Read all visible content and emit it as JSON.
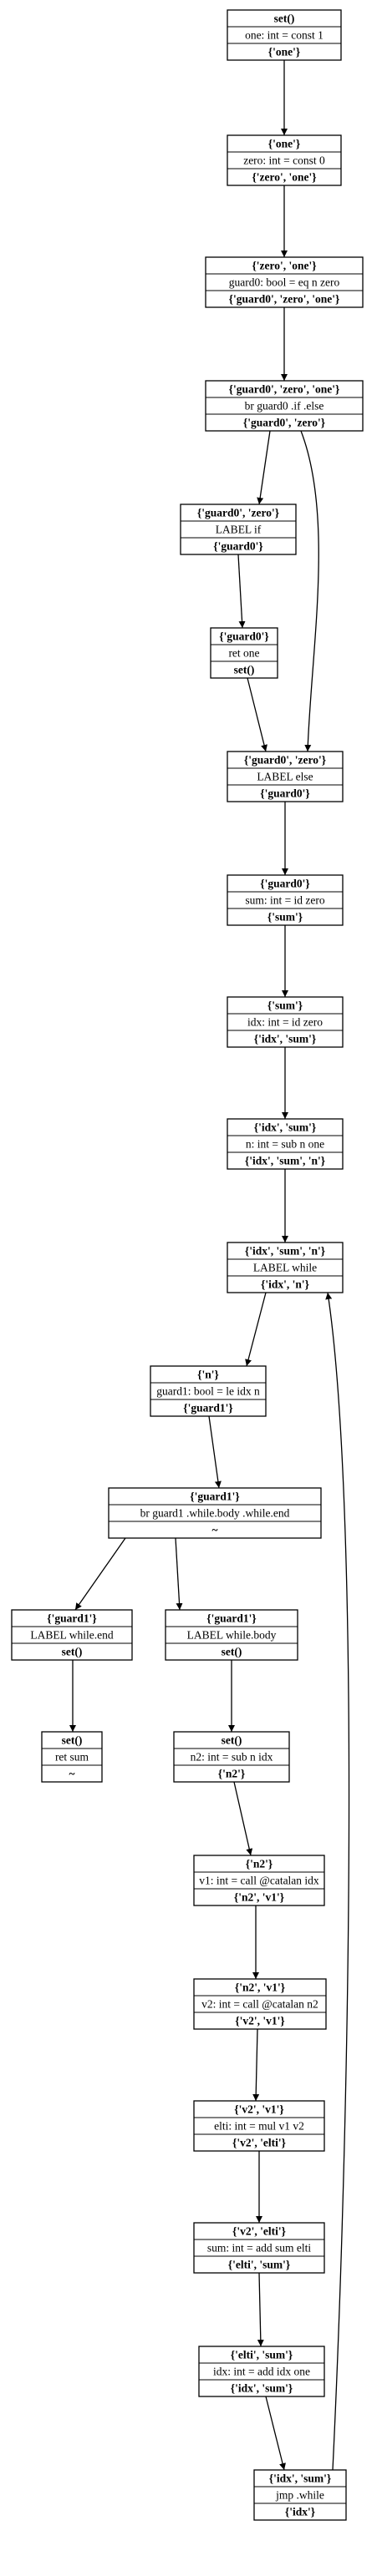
{
  "nodes": [
    {
      "id": "n0",
      "in": "set()",
      "instr": "one: int = const 1",
      "out": "{'one'}"
    },
    {
      "id": "n1",
      "in": "{'one'}",
      "instr": "zero: int = const 0",
      "out": "{'zero', 'one'}"
    },
    {
      "id": "n2",
      "in": "{'zero', 'one'}",
      "instr": "guard0: bool = eq n zero",
      "out": "{'guard0', 'zero', 'one'}"
    },
    {
      "id": "n3",
      "in": "{'guard0', 'zero', 'one'}",
      "instr": "br guard0 .if .else",
      "out": "{'guard0', 'zero'}"
    },
    {
      "id": "n4",
      "in": "{'guard0', 'zero'}",
      "instr": "LABEL if",
      "out": "{'guard0'}"
    },
    {
      "id": "n5",
      "in": "{'guard0'}",
      "instr": "ret one",
      "out": "set()"
    },
    {
      "id": "n6",
      "in": "{'guard0', 'zero'}",
      "instr": "LABEL else",
      "out": "{'guard0'}"
    },
    {
      "id": "n7",
      "in": "{'guard0'}",
      "instr": "sum: int = id zero",
      "out": "{'sum'}"
    },
    {
      "id": "n8",
      "in": "{'sum'}",
      "instr": "idx: int = id zero",
      "out": "{'idx', 'sum'}"
    },
    {
      "id": "n9",
      "in": "{'idx', 'sum'}",
      "instr": "n: int = sub n one",
      "out": "{'idx', 'sum', 'n'}"
    },
    {
      "id": "n10",
      "in": "{'idx', 'sum', 'n'}",
      "instr": "LABEL while",
      "out": "{'idx', 'n'}"
    },
    {
      "id": "n11",
      "in": "{'n'}",
      "instr": "guard1: bool = le idx n",
      "out": "{'guard1'}"
    },
    {
      "id": "n12",
      "in": "{'guard1'}",
      "instr": "br guard1 .while.body .while.end",
      "out": "~"
    },
    {
      "id": "n13",
      "in": "{'guard1'}",
      "instr": "LABEL while.end",
      "out": "set()"
    },
    {
      "id": "n14",
      "in": "set()",
      "instr": "ret sum",
      "out": "~"
    },
    {
      "id": "n15",
      "in": "{'guard1'}",
      "instr": "LABEL while.body",
      "out": "set()"
    },
    {
      "id": "n16",
      "in": "set()",
      "instr": "n2: int = sub n idx",
      "out": "{'n2'}"
    },
    {
      "id": "n17",
      "in": "{'n2'}",
      "instr": "v1: int = call @catalan idx",
      "out": "{'n2', 'v1'}"
    },
    {
      "id": "n18",
      "in": "{'n2', 'v1'}",
      "instr": "v2: int = call @catalan n2",
      "out": "{'v2', 'v1'}"
    },
    {
      "id": "n19",
      "in": "{'v2', 'v1'}",
      "instr": "elti: int = mul v1 v2",
      "out": "{'v2', 'elti'}"
    },
    {
      "id": "n20",
      "in": "{'v2', 'elti'}",
      "instr": "sum: int = add sum elti",
      "out": "{'elti', 'sum'}"
    },
    {
      "id": "n21",
      "in": "{'elti', 'sum'}",
      "instr": "idx: int = add idx one",
      "out": "{'idx', 'sum'}"
    },
    {
      "id": "n22",
      "in": "{'idx', 'sum'}",
      "instr": "jmp .while",
      "out": "{'idx'}"
    }
  ],
  "edges": [
    [
      "n0",
      "n1"
    ],
    [
      "n1",
      "n2"
    ],
    [
      "n2",
      "n3"
    ],
    [
      "n3",
      "n4"
    ],
    [
      "n3",
      "n6"
    ],
    [
      "n4",
      "n5"
    ],
    [
      "n5",
      "n6"
    ],
    [
      "n6",
      "n7"
    ],
    [
      "n7",
      "n8"
    ],
    [
      "n8",
      "n9"
    ],
    [
      "n9",
      "n10"
    ],
    [
      "n10",
      "n11"
    ],
    [
      "n11",
      "n12"
    ],
    [
      "n12",
      "n13"
    ],
    [
      "n12",
      "n15"
    ],
    [
      "n13",
      "n14"
    ],
    [
      "n15",
      "n16"
    ],
    [
      "n16",
      "n17"
    ],
    [
      "n17",
      "n18"
    ],
    [
      "n18",
      "n19"
    ],
    [
      "n19",
      "n20"
    ],
    [
      "n20",
      "n21"
    ],
    [
      "n21",
      "n22"
    ],
    [
      "n22",
      "n10"
    ]
  ]
}
